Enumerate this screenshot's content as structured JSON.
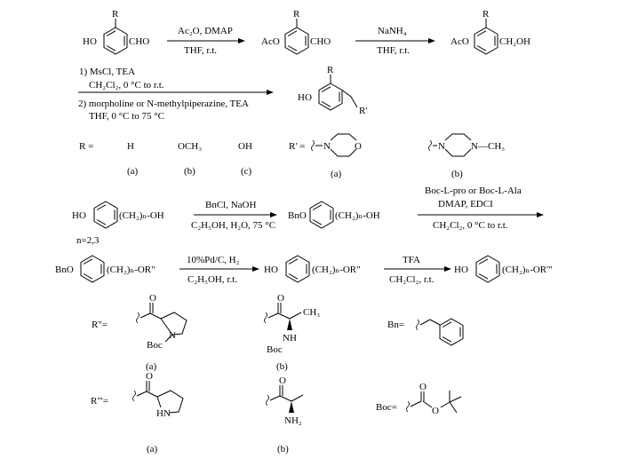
{
  "scheme1": {
    "sm_r": "R",
    "sm_ho": "HO",
    "sm_cho": "CHO",
    "step1_reagent": "Ac₂O, DMAP",
    "step1_solvent": "THF, r.t.",
    "int1_r": "R",
    "int1_aco": "AcO",
    "int1_cho": "CHO",
    "step2_reagent": "NaNH₄",
    "step2_solvent": "THF, r.t.",
    "int2_r": "R",
    "int2_aco": "AcO",
    "int2_ch2oh": "CH₂OH",
    "step3_line1": "1) MsCl, TEA",
    "step3_line2": "CH₂Cl₂, 0  °C to r.t.",
    "step3_line3": "2) morpholine or N-methylpiperazine, TEA",
    "step3_line4": "THF, 0  °C to 75  °C",
    "prod_r": "R",
    "prod_ho": "HO",
    "prod_rprime": "R'"
  },
  "r_defs": {
    "r_label": "R =",
    "options": [
      {
        "value": "H",
        "letter": "(a)"
      },
      {
        "value": "OCH₃",
        "letter": "(b)"
      },
      {
        "value": "OH",
        "letter": "(c)"
      }
    ],
    "rprime_label": "R' =",
    "morpholine_n": "N",
    "morpholine_o": "O",
    "morpholine_letter": "(a)",
    "piperazine_n1": "N",
    "piperazine_n2": "N",
    "piperazine_ch3": "—CH₃",
    "piperazine_letter": "(b)"
  },
  "scheme2": {
    "sm_ho": "HO",
    "sm_chain": "(CH₂)ₙ-OH",
    "n_label": "n=2,3",
    "step1_reagent": "BnCl, NaOH",
    "step1_solvent": "C₂H₅OH, H₂O, 75  °C",
    "int1_bno": "BnO",
    "int1_chain": "(CH₂)ₙ-OH",
    "step2_line1": "Boc-L-pro or Boc-L-Ala",
    "step2_line2": "DMAP, EDCI",
    "step2_line3": "CH₂Cl₂, 0  °C to r.t.",
    "int2_bno": "BnO",
    "int2_chain": "(CH₂)ₙ-OR\"",
    "step3_reagent": "10%Pd/C, H₂",
    "step3_solvent": "C₂H₅OH, r.t.",
    "int3_ho": "HO",
    "int3_chain": "(CH₂)ₙ-OR\"",
    "step4_reagent": "TFA",
    "step4_solvent": "CH₂Cl₂, r.t.",
    "prod_ho": "HO",
    "prod_chain": "(CH₂)ₙ-OR'\""
  },
  "defs2": {
    "rdp_label": "R\"=",
    "rdp_a_o": "O",
    "rdp_a_n": "N",
    "rdp_a_boc": "Boc",
    "rdp_a_letter": "(a)",
    "rdp_b_o": "O",
    "rdp_b_ch3": "CH₃",
    "rdp_b_nh": "NH",
    "rdp_b_boc": "Boc",
    "rdp_b_letter": "(b)",
    "bn_label": "Bn=",
    "rtp_label": "R'\"=",
    "rtp_a_o": "O",
    "rtp_a_hn": "HN",
    "rtp_a_letter": "(a)",
    "rtp_b_o": "O",
    "rtp_b_nh2": "NH₂",
    "rtp_b_letter": "(b)",
    "boc_label": "Boc=",
    "boc_o1": "O",
    "boc_o2": "O"
  }
}
